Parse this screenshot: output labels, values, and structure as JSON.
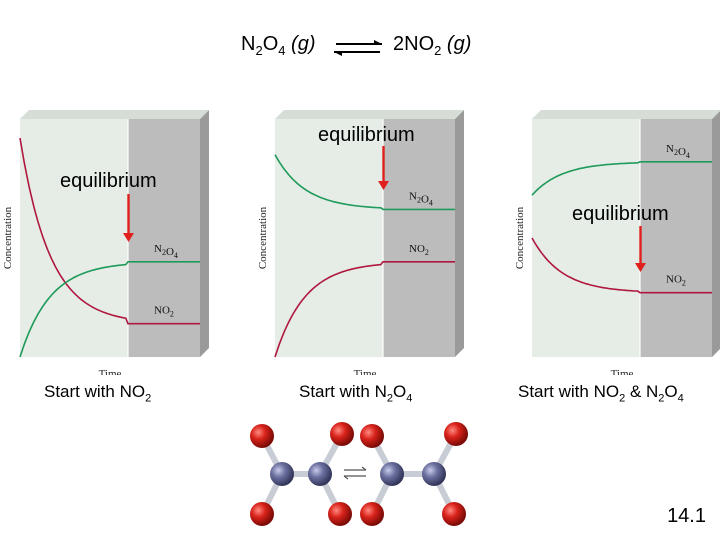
{
  "equation": {
    "left_main": "N",
    "left_sub": "2",
    "left_main2": "O",
    "left_sub2": "4",
    "left_phase": "(g)",
    "right_main": "2NO",
    "right_sub": "2",
    "right_phase": "(g)"
  },
  "chart_data": [
    {
      "type": "line",
      "xlabel": "Time",
      "ylabel": "Concentration",
      "equilibrium_label": "equilibrium",
      "caption": {
        "text": "Start with NO",
        "sub": "2"
      },
      "series": [
        {
          "name": "NO2",
          "label": "NO",
          "label_sub": "2",
          "start": 0.92,
          "end": 0.14,
          "rate": 3.6,
          "color": "#b0173f"
        },
        {
          "name": "N2O4",
          "label": "N",
          "label_sub": "2",
          "label_tail": "O",
          "label_tail_sub": "4",
          "start": 0.0,
          "end": 0.4,
          "rate": 3.6,
          "color": "#1e9a5a"
        }
      ],
      "equilibrium_at": 0.6
    },
    {
      "type": "line",
      "xlabel": "Time",
      "ylabel": "Concentration",
      "equilibrium_label": "equilibrium",
      "caption": {
        "text": "Start with N",
        "sub": "2",
        "tail": "O",
        "tail_sub": "4"
      },
      "series": [
        {
          "name": "N2O4",
          "label": "N",
          "label_sub": "2",
          "label_tail": "O",
          "label_tail_sub": "4",
          "start": 0.85,
          "end": 0.62,
          "rate": 3.6,
          "color": "#1e9a5a"
        },
        {
          "name": "NO2",
          "label": "NO",
          "label_sub": "2",
          "start": 0.0,
          "end": 0.4,
          "rate": 3.6,
          "color": "#b0173f"
        }
      ],
      "equilibrium_at": 0.6
    },
    {
      "type": "line",
      "xlabel": "Time",
      "ylabel": "Concentration",
      "equilibrium_label": "equilibrium",
      "caption": {
        "text": "Start with NO",
        "sub": "2",
        "tail": " & N",
        "tail_sub": "2",
        "tail2": "O",
        "tail2_sub": "4"
      },
      "series": [
        {
          "name": "N2O4",
          "label": "N",
          "label_sub": "2",
          "label_tail": "O",
          "label_tail_sub": "4",
          "start": 0.68,
          "end": 0.82,
          "rate": 3.6,
          "color": "#1e9a5a"
        },
        {
          "name": "NO2",
          "label": "NO",
          "label_sub": "2",
          "start": 0.5,
          "end": 0.27,
          "rate": 3.6,
          "color": "#b0173f"
        }
      ],
      "equilibrium_at": 0.6
    }
  ],
  "page_number": "14.1",
  "colors": {
    "equilibrium_arrow": "#e0201c",
    "panel_front": "#e6ede6",
    "panel_shade": "#bcbcbc",
    "panel_side": "#9a9a9a"
  }
}
